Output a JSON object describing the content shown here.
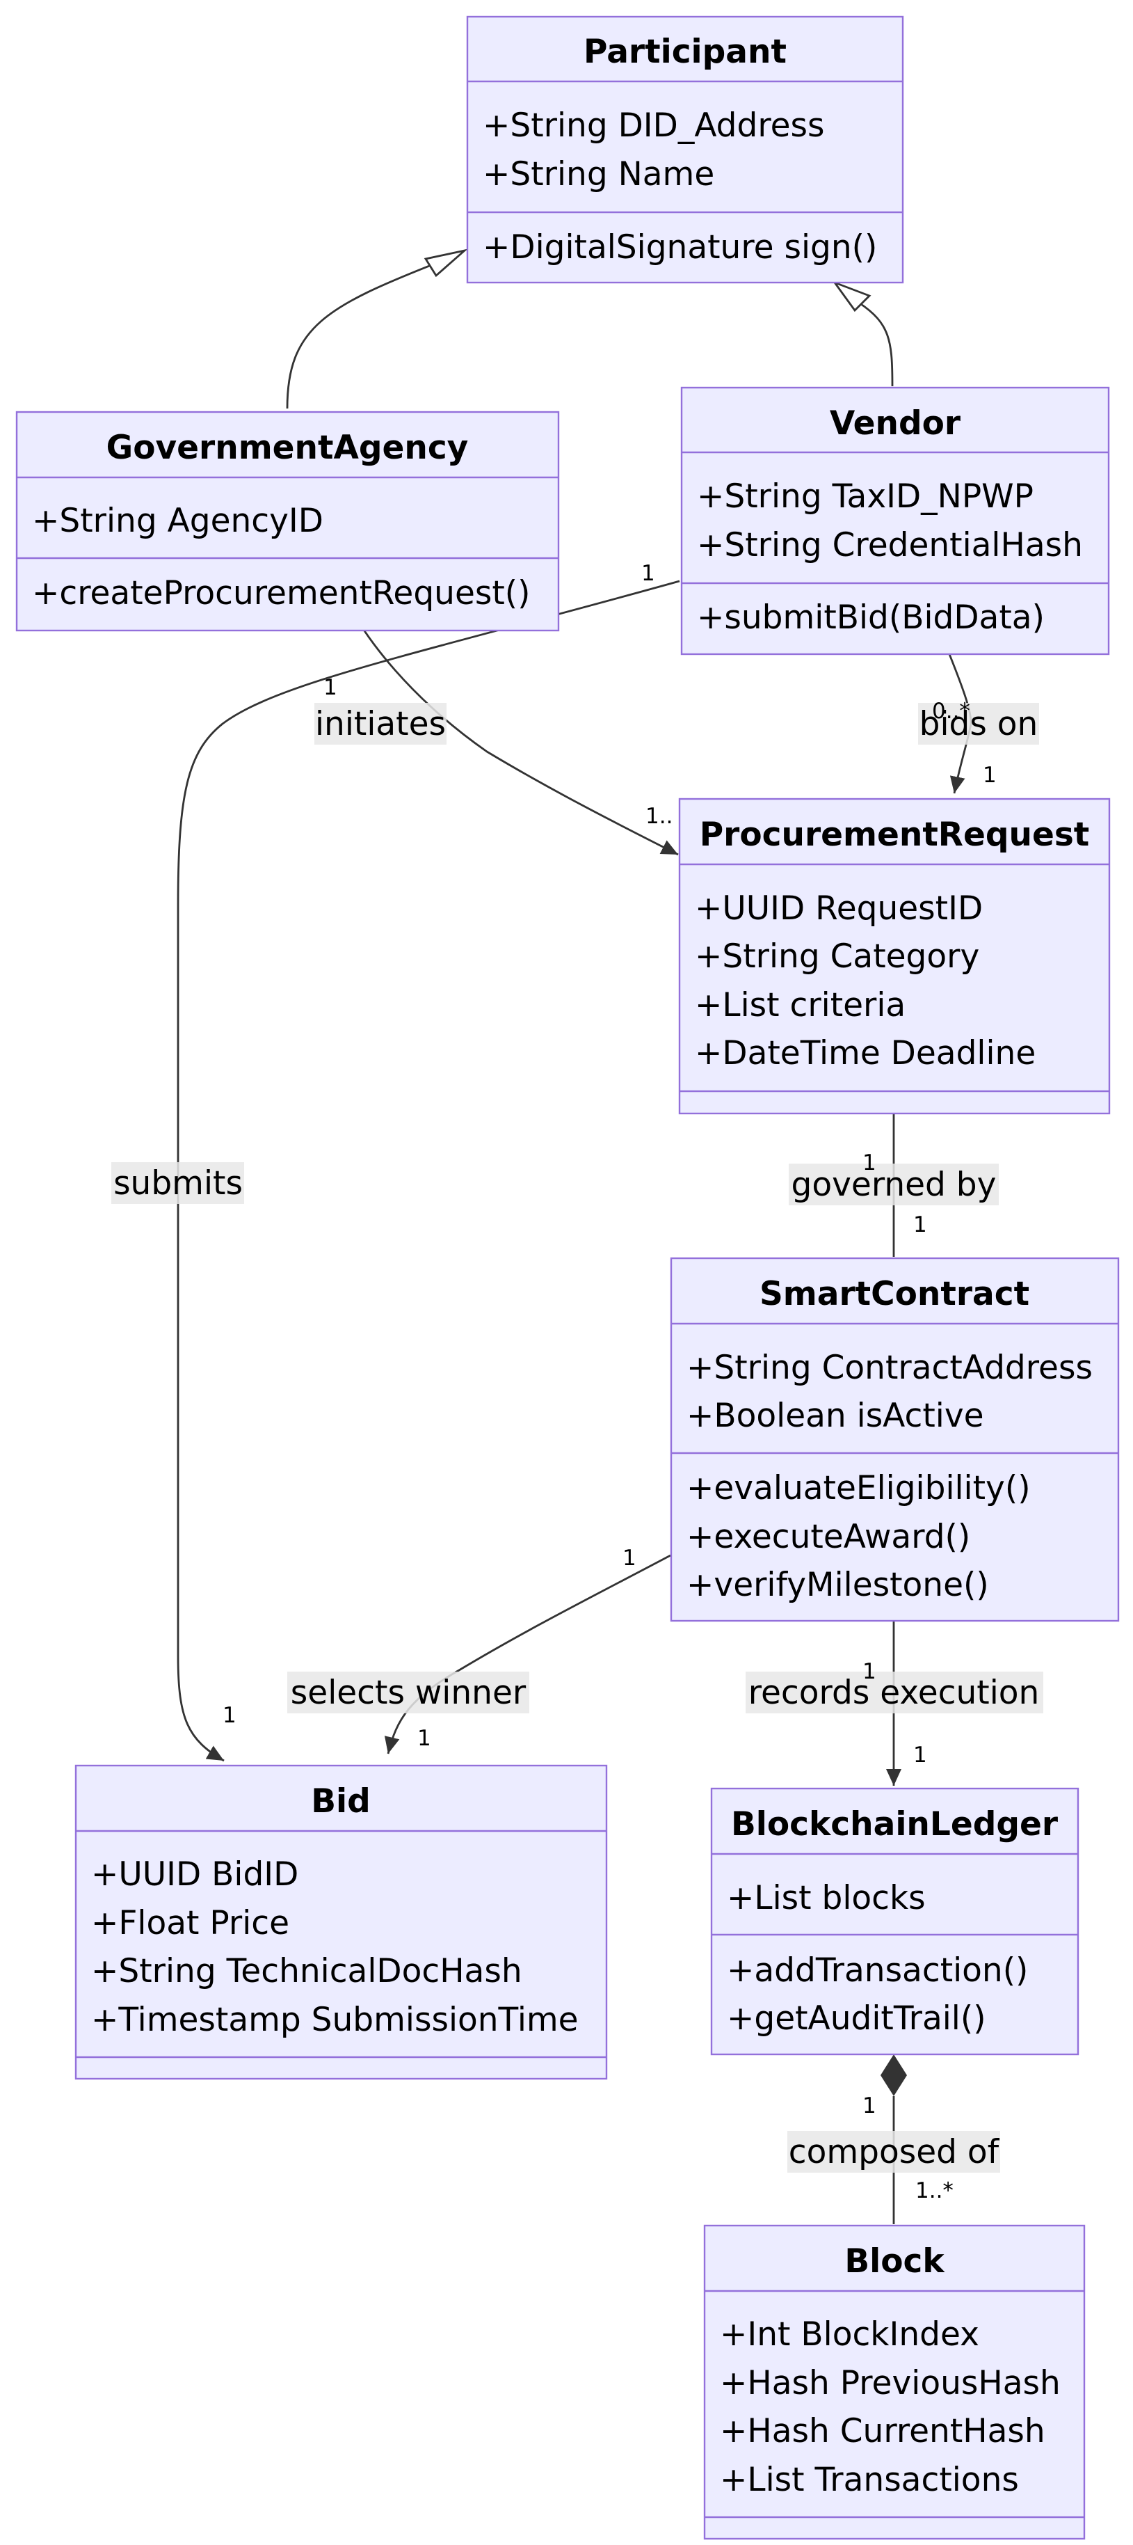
{
  "classes": {
    "participant": {
      "name": "Participant",
      "attributes": [
        "+String DID_Address",
        "+String Name"
      ],
      "methods": [
        "+DigitalSignature sign()"
      ]
    },
    "government_agency": {
      "name": "GovernmentAgency",
      "attributes": [
        "+String AgencyID"
      ],
      "methods": [
        "+createProcurementRequest()"
      ]
    },
    "vendor": {
      "name": "Vendor",
      "attributes": [
        "+String TaxID_NPWP",
        "+String CredentialHash"
      ],
      "methods": [
        "+submitBid(BidData)"
      ]
    },
    "procurement_request": {
      "name": "ProcurementRequest",
      "attributes": [
        "+UUID RequestID",
        "+String Category",
        "+List criteria",
        "+DateTime Deadline"
      ],
      "methods": []
    },
    "smart_contract": {
      "name": "SmartContract",
      "attributes": [
        "+String ContractAddress",
        "+Boolean isActive"
      ],
      "methods": [
        "+evaluateEligibility()",
        "+executeAward()",
        "+verifyMilestone()"
      ]
    },
    "bid": {
      "name": "Bid",
      "attributes": [
        "+UUID BidID",
        "+Float Price",
        "+String TechnicalDocHash",
        "+Timestamp SubmissionTime"
      ],
      "methods": []
    },
    "blockchain_ledger": {
      "name": "BlockchainLedger",
      "attributes": [
        "+List blocks"
      ],
      "methods": [
        "+addTransaction()",
        "+getAuditTrail()"
      ]
    },
    "block": {
      "name": "Block",
      "attributes": [
        "+Int BlockIndex",
        "+Hash PreviousHash",
        "+Hash CurrentHash",
        "+List Transactions"
      ],
      "methods": []
    }
  },
  "relations": {
    "initiates": {
      "label": "initiates",
      "from_card": "1",
      "to_card": "1.."
    },
    "submits": {
      "label": "submits",
      "from_card": "1",
      "to_card": "1"
    },
    "bids_on": {
      "label": "bids on",
      "from_card": "0..*",
      "to_card": "1"
    },
    "governed_by": {
      "label": "governed by",
      "from_card": "1",
      "to_card": "1"
    },
    "selects_winner": {
      "label": "selects winner",
      "from_card": "1",
      "to_card": "1"
    },
    "records_execution": {
      "label": "records execution",
      "from_card": "1",
      "to_card": "1"
    },
    "composed_of": {
      "label": "composed of",
      "from_card": "1",
      "to_card": "1..*"
    }
  },
  "colors": {
    "class_fill": "#ECECFF",
    "class_stroke": "#9370DB",
    "edge": "#333333",
    "label_bg": "#E8E8E8"
  }
}
